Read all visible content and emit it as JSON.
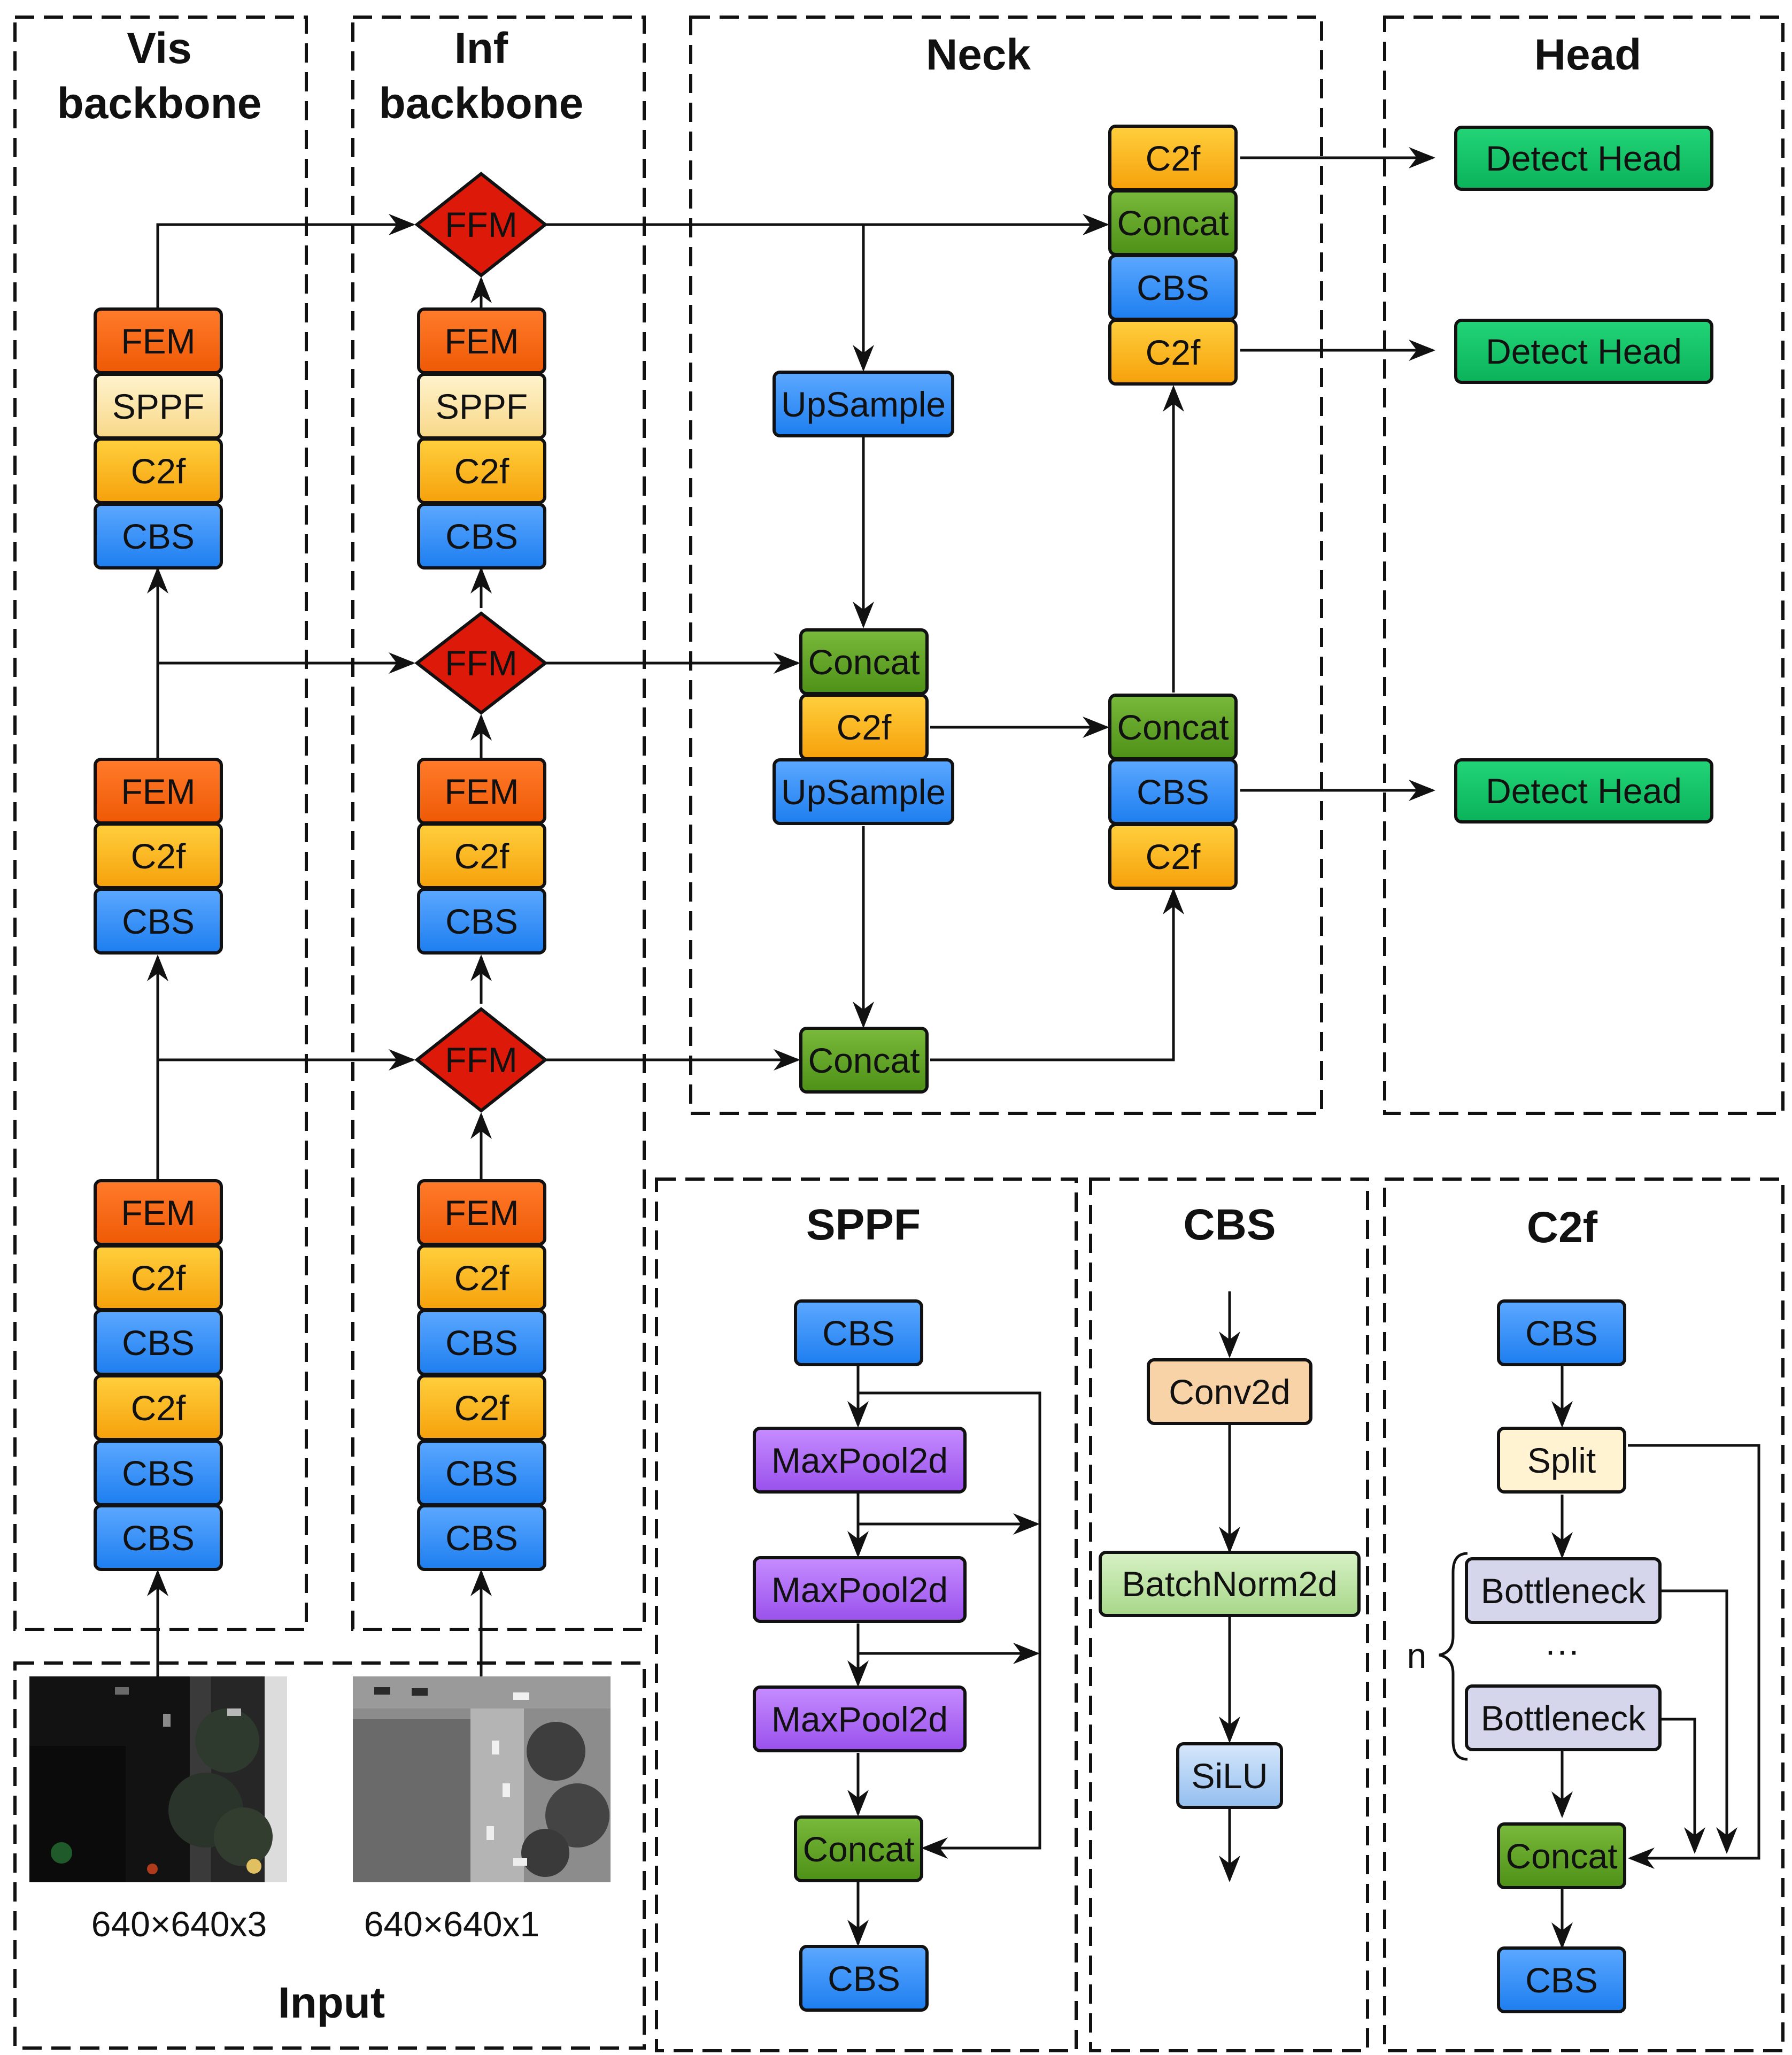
{
  "panels": {
    "vis_backbone": "Vis\nbackbone",
    "inf_backbone": "Inf\nbackbone",
    "neck": "Neck",
    "head": "Head",
    "input": "Input",
    "sppf": "SPPF",
    "cbs": "CBS",
    "c2f": "C2f"
  },
  "labels": {
    "cbs": "CBS",
    "c2f": "C2f",
    "fem": "FEM",
    "sppf": "SPPF",
    "ffm": "FFM",
    "concat": "Concat",
    "upsample": "UpSample",
    "detect_head": "Detect Head",
    "maxpool": "MaxPool2d",
    "conv2d": "Conv2d",
    "batchnorm": "BatchNorm2d",
    "silu": "SiLU",
    "split": "Split",
    "bottleneck": "Bottleneck",
    "ellipsis": "···",
    "n": "n"
  },
  "inputs": {
    "vis_dims": "640×640x3",
    "inf_dims": "640×640x1"
  },
  "colors": {
    "cbs": "#1f7ff0",
    "c2f": "#f6a20c",
    "fem": "#ef5a06",
    "sppf": "#f8d88a",
    "concat": "#4f9218",
    "detect_head": "#0bb35a",
    "ffm": "#dd1a0a",
    "maxpool": "#9a52ec",
    "conv2d": "#f9d3a8",
    "batchnorm": "#a8d88a",
    "silu": "#94bff0",
    "split": "#fff3d2",
    "bottleneck": "#d5d5ec"
  },
  "image_descriptions": {
    "vis_image": "night-time aerial visible photo of a street with trees and cars",
    "inf_image": "aerial infrared grayscale photo of the same street with parked cars"
  }
}
